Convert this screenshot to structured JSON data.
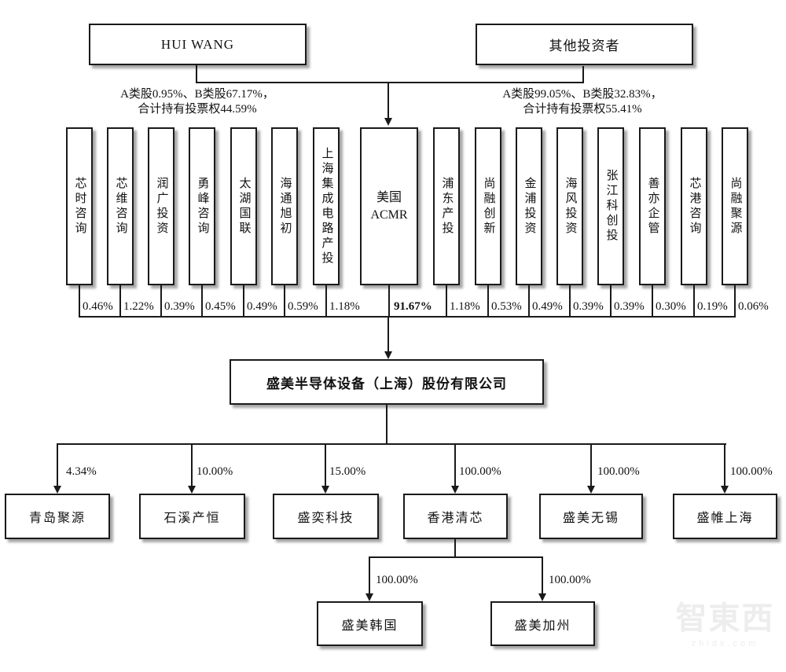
{
  "top_shareholders": [
    {
      "name": "HUI WANG",
      "note_line1": "A类股0.95%、B类股67.17%，",
      "note_line2": "合计持有投票权44.59%"
    },
    {
      "name": "其他投资者",
      "note_line1": "A类股99.05%、B类股32.83%，",
      "note_line2": "合计持有投票权55.41%"
    }
  ],
  "shareholders": [
    {
      "name": "芯时咨询",
      "pct": "0.46%"
    },
    {
      "name": "芯维咨询",
      "pct": "1.22%"
    },
    {
      "name": "润广投资",
      "pct": "0.39%"
    },
    {
      "name": "勇峰咨询",
      "pct": "0.45%"
    },
    {
      "name": "太湖国联",
      "pct": "0.49%"
    },
    {
      "name": "海通旭初",
      "pct": "0.59%"
    },
    {
      "name": "上海集成电路产投",
      "pct": "1.18%"
    },
    {
      "name_line1": "美国",
      "name_line2": "ACMR",
      "pct": "91.67%"
    },
    {
      "name": "浦东产投",
      "pct": "1.18%"
    },
    {
      "name": "尚融创新",
      "pct": "0.53%"
    },
    {
      "name": "金浦投资",
      "pct": "0.49%"
    },
    {
      "name": "海风投资",
      "pct": "0.39%"
    },
    {
      "name": "张江科创投",
      "pct": "0.39%"
    },
    {
      "name": "善亦企管",
      "pct": "0.30%"
    },
    {
      "name": "芯港咨询",
      "pct": "0.19%"
    },
    {
      "name": "尚融聚源",
      "pct": "0.06%"
    }
  ],
  "company": {
    "name": "盛美半导体设备（上海）股份有限公司"
  },
  "subsidiaries": [
    {
      "name": "青岛聚源",
      "pct": "4.34%"
    },
    {
      "name": "石溪产恒",
      "pct": "10.00%"
    },
    {
      "name": "盛奕科技",
      "pct": "15.00%"
    },
    {
      "name": "香港清芯",
      "pct": "100.00%"
    },
    {
      "name": "盛美无锡",
      "pct": "100.00%"
    },
    {
      "name": "盛帷上海",
      "pct": "100.00%"
    }
  ],
  "hk_subsidiaries": [
    {
      "name": "盛美韩国",
      "pct": "100.00%"
    },
    {
      "name": "盛美加州",
      "pct": "100.00%"
    }
  ],
  "watermark": {
    "logo": "智東西",
    "url": "zhidx.com"
  }
}
